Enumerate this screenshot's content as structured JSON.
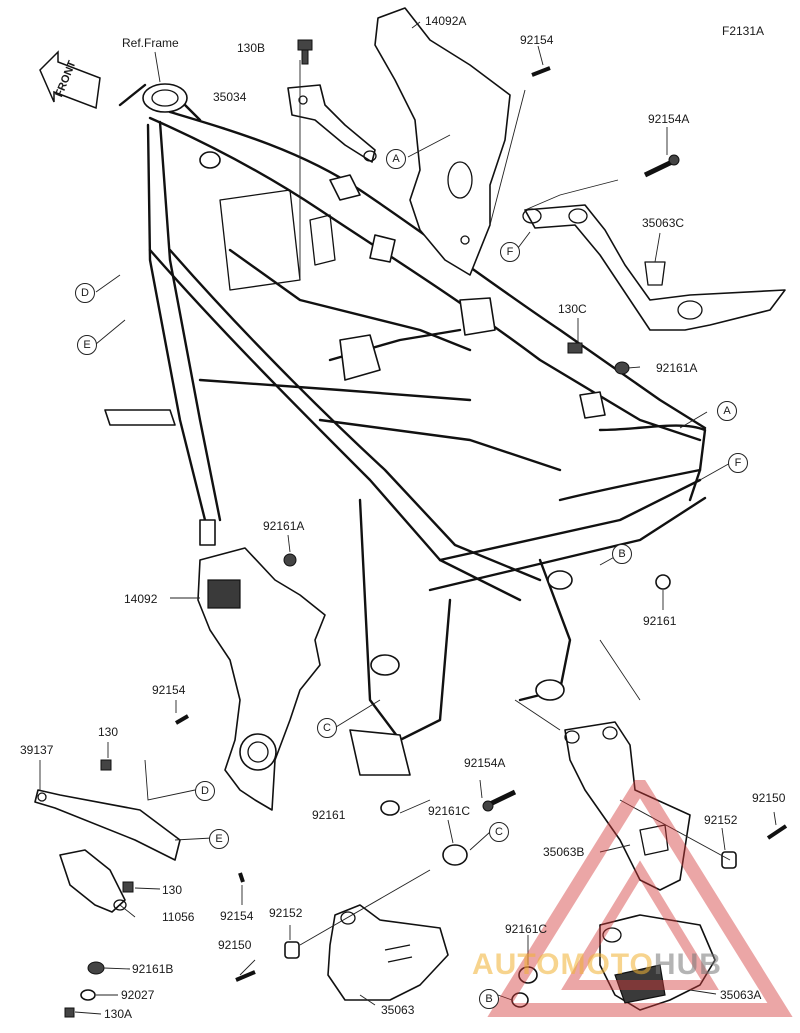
{
  "diagram_id": "F2131A",
  "front_label": "FRONT",
  "ref_frame": "Ref.Frame",
  "parts": {
    "p130B": "130B",
    "p14092A": "14092A",
    "p92154_top": "92154",
    "p35034": "35034",
    "p92154A_top": "92154A",
    "p35063C": "35063C",
    "p130C": "130C",
    "p92161A_right": "92161A",
    "p92161A_mid": "92161A",
    "p14092": "14092",
    "p92161_right": "92161",
    "p92154_left": "92154",
    "p130": "130",
    "p39137": "39137",
    "p130_lower": "130",
    "p11056": "11056",
    "p92161B": "92161B",
    "p92027": "92027",
    "p130A": "130A",
    "p92154_bottom": "92154",
    "p92152_left": "92152",
    "p92150_left": "92150",
    "p35063": "35063",
    "p92161_center": "92161",
    "p92161C_center": "92161C",
    "p92154A_bottom": "92154A",
    "p35063B": "35063B",
    "p92152_right": "92152",
    "p92150_right": "92150",
    "p92161C_bottom": "92161C",
    "p35063A": "35063A"
  },
  "callouts": {
    "a1": "A",
    "a2": "A",
    "b1": "B",
    "b2": "B",
    "c1": "C",
    "c2": "C",
    "d1": "D",
    "d2": "D",
    "e1": "E",
    "e2": "E",
    "f1": "F",
    "f2": "F"
  },
  "watermark": {
    "part1": "AUTOMOTO",
    "part2": "HUB",
    "color_primary": "#f2b233",
    "color_secondary": "#777777",
    "triangle_color": "#d33a3a"
  }
}
